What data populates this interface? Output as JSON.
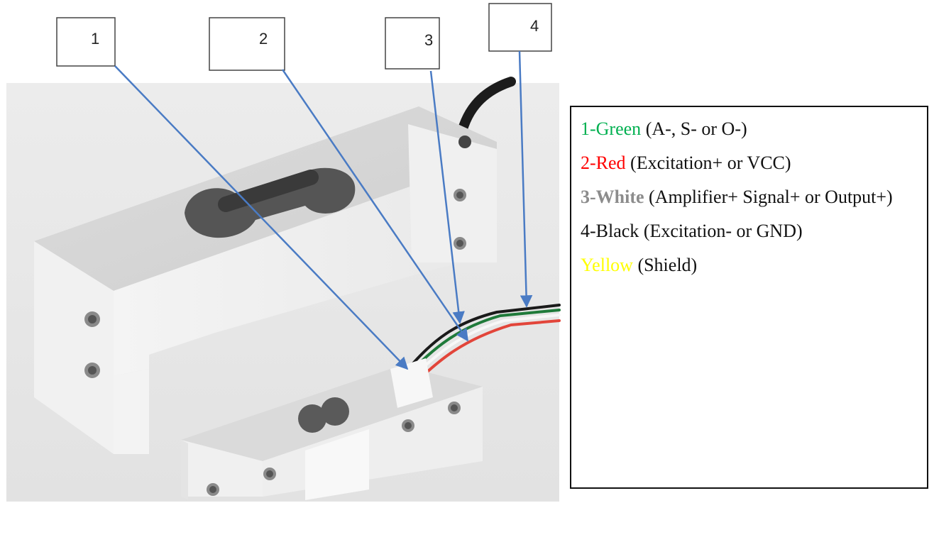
{
  "callouts": [
    {
      "number": "1"
    },
    {
      "number": "2"
    },
    {
      "number": "3"
    },
    {
      "number": "4"
    }
  ],
  "legend": [
    {
      "label": "1-Green",
      "label_color": "#00b050",
      "label_bold": false,
      "description": " (A-, S- or O-)"
    },
    {
      "label": "2-Red",
      "label_color": "#ff0000",
      "label_bold": false,
      "description": " (Excitation+ or VCC)"
    },
    {
      "label": "3-White",
      "label_color": "#8c8c8c",
      "label_bold": true,
      "description": " (Amplifier+ Signal+ or Output+)"
    },
    {
      "label": "4-Black",
      "label_color": "#111111",
      "label_bold": false,
      "description": " (Excitation- or GND)"
    },
    {
      "label": "Yellow",
      "label_color": "#ffff00",
      "label_bold": false,
      "description": " (Shield)"
    }
  ],
  "colors": {
    "arrow": "#4a7bc4",
    "wire_green": "#1f7a3a",
    "wire_red": "#e2453a",
    "wire_black": "#1a1a1a",
    "wire_white": "#f5f5f5",
    "aluminum": "#e6e6e6",
    "photo_background": "#ebebeb"
  },
  "image": {
    "subject": "load-cell-photo"
  }
}
